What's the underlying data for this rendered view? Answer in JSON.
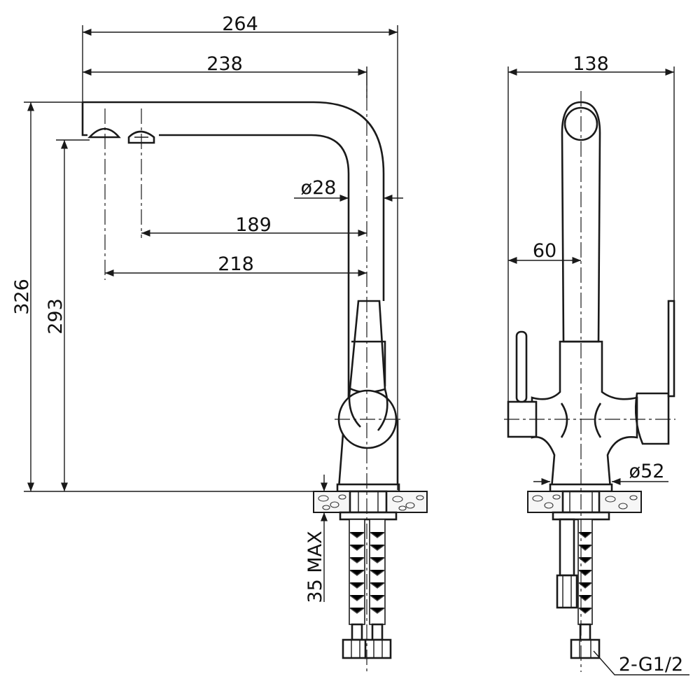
{
  "dimensions": {
    "overall_reach": "264",
    "spout_reach": "238",
    "spout_diameter": "ø28",
    "outlet_1_reach": "189",
    "outlet_2_reach": "218",
    "total_height": "326",
    "spout_height": "293",
    "max_counter_thickness": "35 MAX",
    "side_width": "138",
    "side_offset": "60",
    "base_diameter": "ø52",
    "connection": "2-G1/2"
  },
  "colors": {
    "line": "#1a1a1a",
    "background": "#ffffff"
  }
}
